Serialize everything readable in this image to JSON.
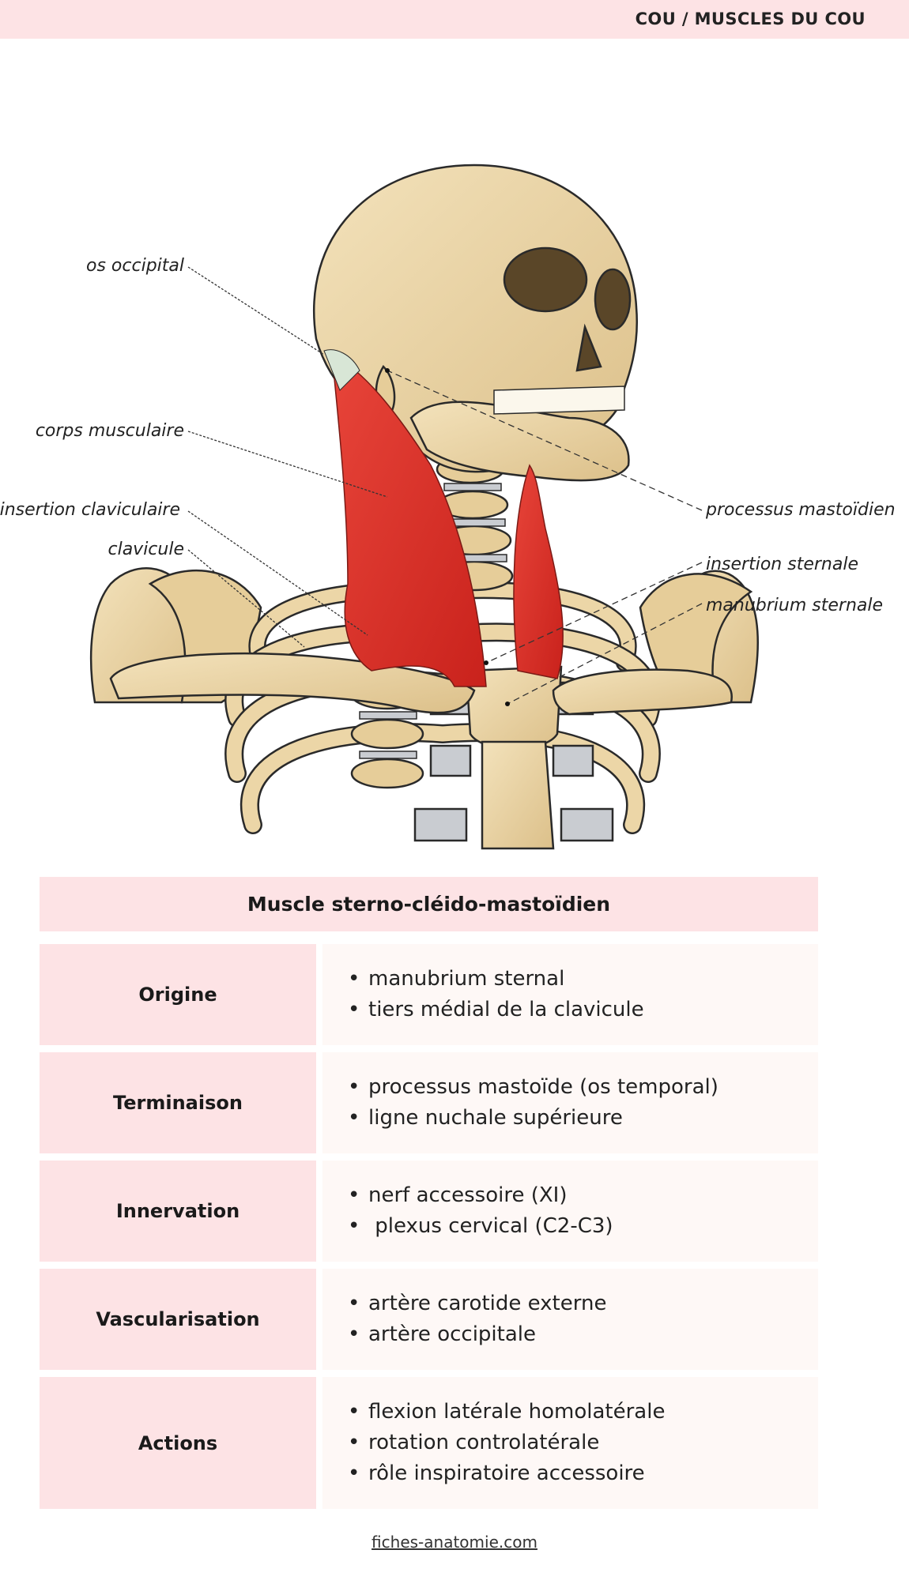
{
  "header": {
    "breadcrumb": "COU / MUSCLES DU COU"
  },
  "figure": {
    "labels": {
      "os_occipital": "os occipital",
      "corps_musculaire": "corps musculaire",
      "insertion_claviculaire": "insertion claviculaire",
      "clavicule": "clavicule",
      "processus_mastoidien": "processus mastoïdien",
      "insertion_sternale": "insertion sternale",
      "manubrium_sternale": "manubrium sternale"
    },
    "colors": {
      "bone": "#ecd6a7",
      "bone_outline": "#2a2a2a",
      "muscle": "#e0322a",
      "cartilage": "#c9ccd1",
      "tendon": "#d8e6d6"
    }
  },
  "table": {
    "title": "Muscle sterno-cléido-mastoïdien",
    "rows": [
      {
        "label": "Origine",
        "items": [
          "manubrium sternal",
          "tiers médial de la clavicule"
        ]
      },
      {
        "label": "Terminaison",
        "items": [
          "processus mastoïde (os temporal)",
          "ligne nuchale supérieure"
        ]
      },
      {
        "label": "Innervation",
        "items": [
          "nerf accessoire (XI)",
          " plexus cervical (C2-C3)"
        ]
      },
      {
        "label": "Vascularisation",
        "items": [
          "artère carotide externe",
          "artère occipitale"
        ]
      },
      {
        "label": "Actions",
        "items": [
          "flexion latérale homolatérale",
          "rotation controlatérale",
          "rôle inspiratoire accessoire"
        ]
      }
    ],
    "colors": {
      "label_bg": "#fde3e5",
      "content_bg": "#fef8f6"
    }
  },
  "footer": {
    "site": "fiches-anatomie.com"
  }
}
